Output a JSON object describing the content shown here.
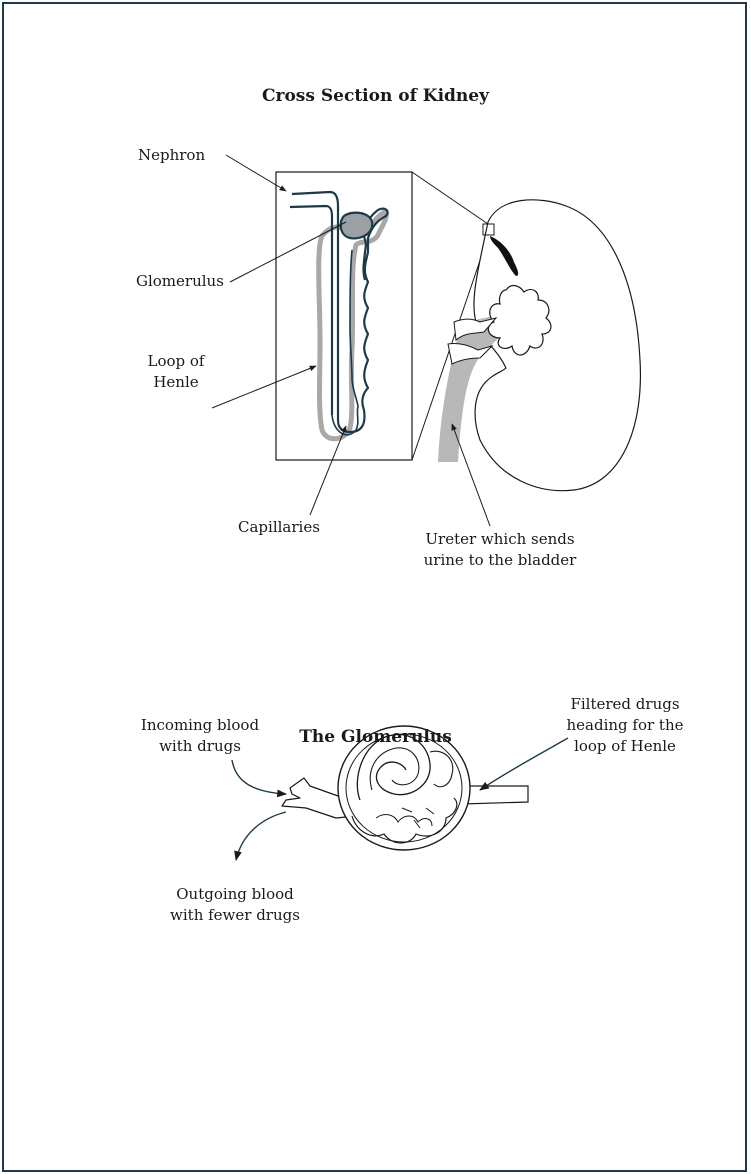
{
  "top": {
    "title": "Cross Section of Kidney",
    "labels": {
      "nephron": "Nephron",
      "glomerulus": "Glomerulus",
      "loop_line1": "Loop of",
      "loop_line2": "Henle",
      "capillaries": "Capillaries",
      "ureter_line1": "Ureter which sends",
      "ureter_line2": "urine to the bladder"
    }
  },
  "bottom": {
    "title": "The Glomerulus",
    "labels": {
      "incoming_line1": "Incoming blood",
      "incoming_line2": "with drugs",
      "filtered_line1": "Filtered drugs",
      "filtered_line2": "heading for the",
      "filtered_line3": "loop of Henle",
      "outgoing_line1": "Outgoing blood",
      "outgoing_line2": "with fewer drugs"
    }
  },
  "colors": {
    "border": "#1e3a48",
    "tubule": "#1e3a48",
    "capillary": "#a8a8a8",
    "ink": "#1a1a1a"
  }
}
